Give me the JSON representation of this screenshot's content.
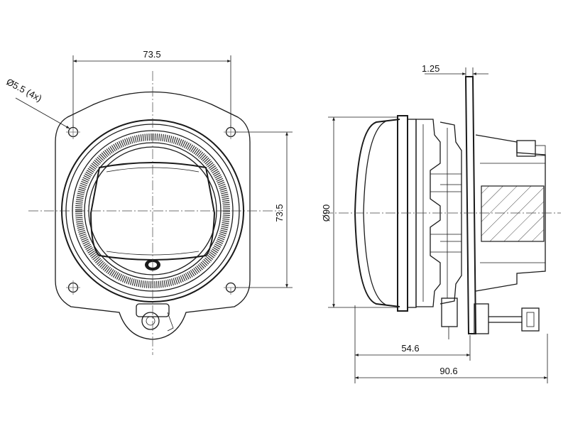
{
  "dimensions": {
    "front_width": "73.5",
    "front_height": "73.5",
    "hole_callout": "Ø5.5 (4x)",
    "side_diameter": "Ø90",
    "flange_thickness": "1.25",
    "depth_front": "54.6",
    "depth_total": "90.6"
  }
}
